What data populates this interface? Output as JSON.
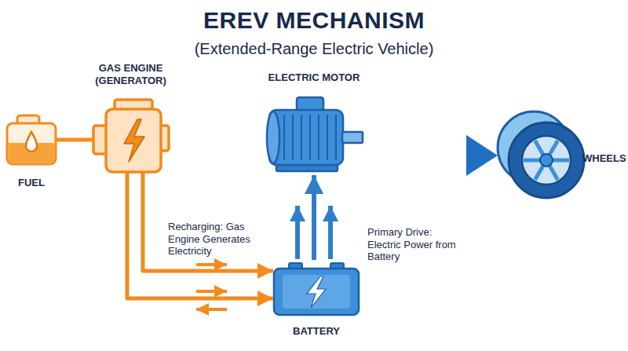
{
  "diagram": {
    "title": "EREV MECHANISM",
    "nodes": [
      {
        "text": [
          "FUEL"
        ]
      },
      {
        "text": [
          "GAS ENGINE (GENERATOR)"
        ]
      },
      {
        "text": [
          "ELECTRIC MOTOR"
        ]
      },
      {
        "text": [
          "WHEELS"
        ]
      },
      {
        "text": [
          "BATTERY"
        ]
      }
    ],
    "edges": [
      {
        "from": 0,
        "to": 1,
        "arrow": "none"
      },
      {
        "from": 1,
        "to": 4,
        "arrow": "to",
        "label": "Recharging: Gas Engine Generates Electricity"
      },
      {
        "from": 1,
        "to": 4,
        "arrow": "to"
      },
      {
        "from": 4,
        "to": 2,
        "arrow": "to",
        "label": "Primary Drive: Electric Power from Battery"
      },
      {
        "from": 2,
        "to": 3,
        "arrow": "to"
      }
    ],
    "labels": [
      "(Extended-Range Electric Vehicle)"
    ]
  }
}
